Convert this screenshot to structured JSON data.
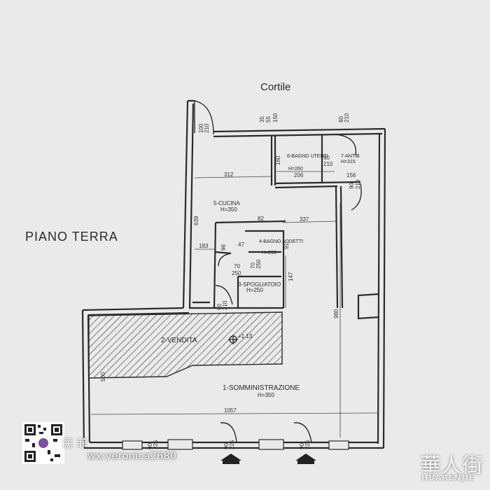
{
  "plan": {
    "title": "PIANO TERRA",
    "courtyard": "Cortile",
    "rooms": [
      {
        "name": "1-SOMMINISTRAZIONE",
        "height": "H=350"
      },
      {
        "name": "2-VENDITA",
        "height": ""
      },
      {
        "name": "3-SPOGLIATOIO",
        "height": "H=250"
      },
      {
        "name": "4-BAGNO ADDETTI",
        "height": "H=250"
      },
      {
        "name": "5-CUCINA",
        "height": "H=350"
      },
      {
        "name": "6-BAGNO UTENTI",
        "height": "H=260"
      },
      {
        "name": "7-ANTIB",
        "height": "H=315"
      }
    ],
    "elevation_mark": "+1.13",
    "dimensions": {
      "d_100": "100",
      "d_210": "210",
      "d_35": "35",
      "d_55": "55",
      "d_150": "150",
      "d_80": "80",
      "d_160": "160",
      "d_90": "90",
      "d_206": "206",
      "d_156": "156",
      "d_312": "312",
      "d_639": "639",
      "d_82": "82",
      "d_337": "337",
      "d_183": "183",
      "d_96": "96",
      "d_47": "47",
      "d_91": "91",
      "d_70": "70",
      "d_250": "250",
      "d_147": "147",
      "d_980": "980",
      "d_500": "500",
      "d_1057": "1057",
      "d_225": "225"
    }
  },
  "watermark": {
    "wechat": "wx:veronica2680",
    "chinese": "濡 菲",
    "brand": "HUARENJIE",
    "brand_cn": "華人街"
  }
}
